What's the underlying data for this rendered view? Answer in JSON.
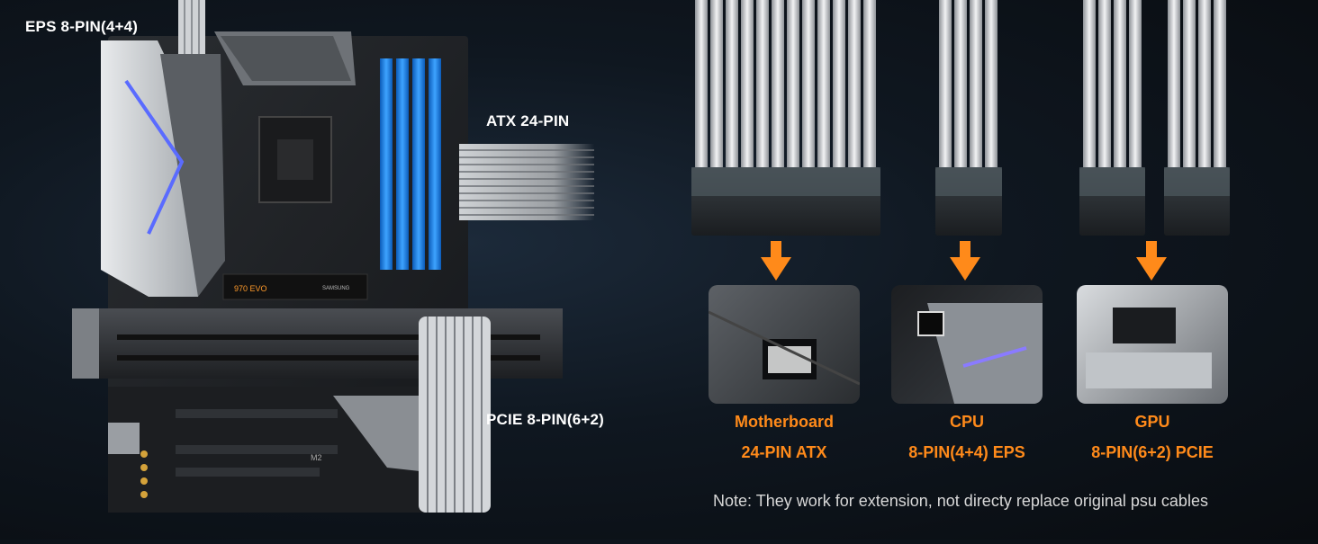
{
  "labels": {
    "eps": "EPS 8-PIN(4+4)",
    "atx": "ATX 24-PIN",
    "pcie": "PCIE 8-PIN(6+2)"
  },
  "board": {
    "ssd_text": "970 EVO",
    "ssd_brand": "SAMSUNG",
    "m2_text": "M2"
  },
  "targets": [
    {
      "title": "Motherboard",
      "subtitle": "24-PIN ATX"
    },
    {
      "title": "CPU",
      "subtitle": "8-PIN(4+4) EPS"
    },
    {
      "title": "GPU",
      "subtitle": "8-PIN(6+2) PCIE"
    }
  ],
  "note": "Note: They work for extension, not directy replace original psu cables",
  "colors": {
    "accent": "#ff8a1a",
    "ram": "#1e7fe0",
    "cable": "#d9d9d9"
  }
}
